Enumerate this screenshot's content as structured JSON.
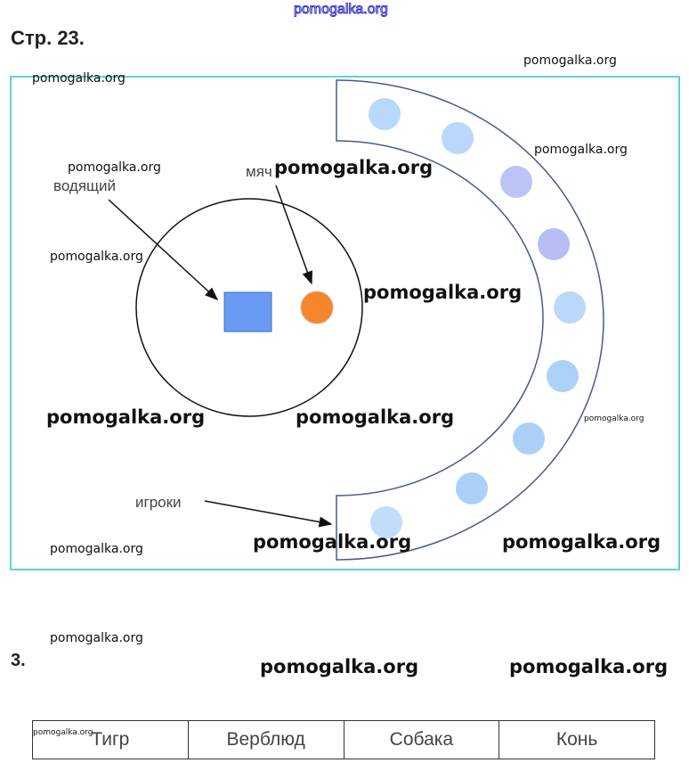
{
  "header_watermark": "pomogalka.org",
  "page_title": "Стр. 23.",
  "diagram": {
    "labels": {
      "leader": "водящий",
      "ball": "мяч",
      "players": "игроки"
    },
    "colors": {
      "frame": "#5dd3dc",
      "square": "#6a9bf4",
      "ball": "#f5862b",
      "player": "#b9d8fb",
      "arc": "#4a5a8a"
    }
  },
  "task_number": "3.",
  "table": {
    "cells": [
      "Тигр",
      "Верблюд",
      "Собака",
      "Конь"
    ]
  },
  "watermarks": [
    "pomogalka.org",
    "pomogalka.org",
    "pomogalka.org",
    "pomogalka.org",
    "pomogalka.org",
    "pomogalka.org",
    "pomogalka.org",
    "pomogalka.org",
    "pomogalka.org",
    "pomogalka.org",
    "pomogalka.org",
    "pomogalka.org",
    "pomogalka.org",
    "pomogalka.org",
    "pomogalka.org",
    "pomogalka.org",
    "pomogalka.org"
  ]
}
